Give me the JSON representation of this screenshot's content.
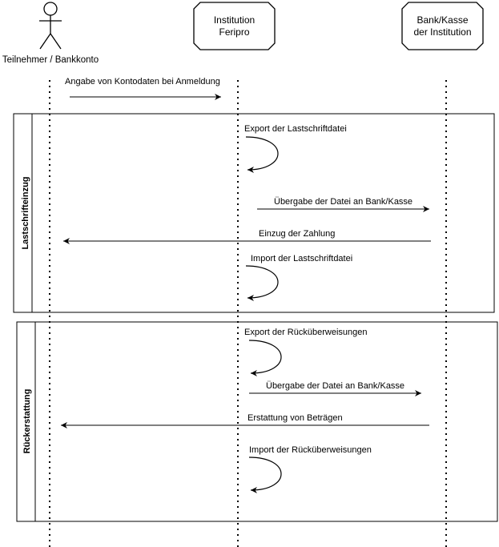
{
  "participants": {
    "actor": {
      "label": "Teilnehmer / Bankkonto"
    },
    "institution": {
      "label_line1": "Institution",
      "label_line2": "Feripro"
    },
    "bank": {
      "label_line1": "Bank/Kasse",
      "label_line2": "der Institution"
    }
  },
  "messages": {
    "m1": "Angabe von Kontodaten bei Anmeldung",
    "m2": "Export der Lastschriftdatei",
    "m3": "Übergabe der Datei an Bank/Kasse",
    "m4": "Einzug der Zahlung",
    "m5": "Import der Lastschriftdatei",
    "m6": "Export der Rücküberweisungen",
    "m7": "Übergabe der Datei an Bank/Kasse",
    "m8": "Erstattung von Beträgen",
    "m9": "Import der Rücküberweisungen"
  },
  "frames": {
    "lastschrift": "Lastschrifteinzug",
    "rueckerstattung": "Rückerstattung"
  },
  "colors": {
    "line": "#000000",
    "background": "#ffffff"
  }
}
